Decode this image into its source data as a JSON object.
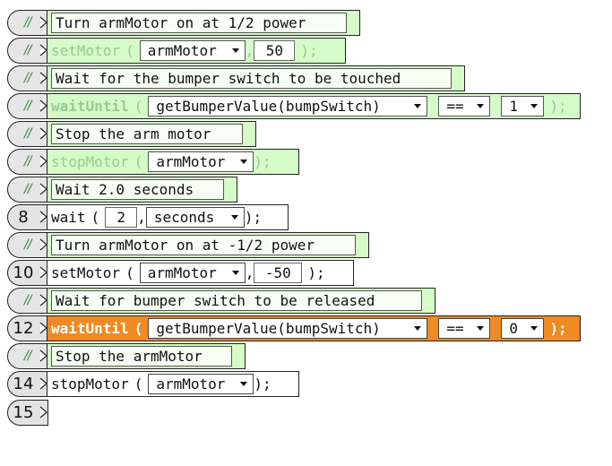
{
  "comment_glyph": "//",
  "colors": {
    "comment_bg": "#d4fbc8",
    "highlight": "#f08a22",
    "commented_code_text": "#9acb8f",
    "gutter": "#e3e3e3"
  },
  "lines": [
    {
      "kind": "comment",
      "text": "Turn armMotor on at 1/2 power"
    },
    {
      "kind": "commented-code",
      "func": "setMotor",
      "open": "(",
      "arg1": "armMotor",
      "comma": ",",
      "arg2": "50",
      "close": ");"
    },
    {
      "kind": "comment",
      "text": "Wait for the bumper switch to be touched"
    },
    {
      "kind": "commented-code",
      "func": "waitUntil",
      "open": "(",
      "arg1": "getBumperValue(bumpSwitch)",
      "op": "==",
      "arg2": "1",
      "close": ");"
    },
    {
      "kind": "comment",
      "text": "Stop the arm motor"
    },
    {
      "kind": "commented-code",
      "func": "stopMotor",
      "open": "(",
      "arg1": "armMotor",
      "close": ");"
    },
    {
      "kind": "comment",
      "text": "Wait 2.0 seconds"
    },
    {
      "kind": "code",
      "number": "8",
      "func": "wait",
      "open": "(",
      "arg1": "2",
      "comma": ",",
      "arg2": "seconds",
      "close": ");"
    },
    {
      "kind": "comment",
      "text": "Turn armMotor on at -1/2 power"
    },
    {
      "kind": "code",
      "number": "10",
      "func": "setMotor",
      "open": "(",
      "arg1": "armMotor",
      "comma": ",",
      "arg2": "-50",
      "close": ");"
    },
    {
      "kind": "comment",
      "text": "Wait for bumper switch to be released"
    },
    {
      "kind": "code",
      "number": "12",
      "func": "waitUntil",
      "open": "(",
      "arg1": "getBumperValue(bumpSwitch)",
      "op": "==",
      "arg2": "0",
      "close": ");",
      "highlighted": true
    },
    {
      "kind": "comment",
      "text": "Stop the armMotor"
    },
    {
      "kind": "code",
      "number": "14",
      "func": "stopMotor",
      "open": "(",
      "arg1": "armMotor",
      "close": ");"
    },
    {
      "kind": "empty",
      "number": "15"
    }
  ]
}
